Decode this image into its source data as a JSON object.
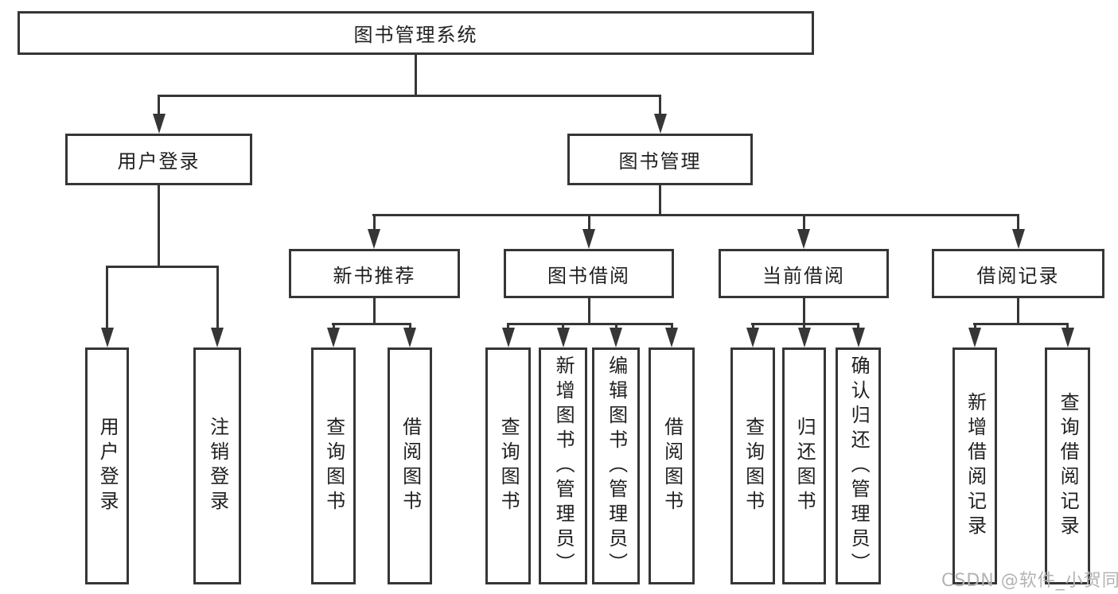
{
  "tree": {
    "root": {
      "label": "图书管理系统"
    },
    "branches": [
      {
        "label": "用户登录",
        "children": [
          {
            "label": "用户登录"
          },
          {
            "label": "注销登录"
          }
        ]
      },
      {
        "label": "图书管理",
        "children": [
          {
            "label": "新书推荐",
            "children": [
              {
                "label": "查询图书"
              },
              {
                "label": "借阅图书"
              }
            ]
          },
          {
            "label": "图书借阅",
            "children": [
              {
                "label": "查询图书"
              },
              {
                "label": "新增图书（管理员）"
              },
              {
                "label": "编辑图书（管理员）"
              },
              {
                "label": "借阅图书"
              }
            ]
          },
          {
            "label": "当前借阅",
            "children": [
              {
                "label": "查询图书"
              },
              {
                "label": "归还图书"
              },
              {
                "label": "确认归还（管理员）"
              }
            ]
          },
          {
            "label": "借阅记录",
            "children": [
              {
                "label": "新增借阅记录"
              },
              {
                "label": "查询借阅记录"
              }
            ]
          }
        ]
      }
    ]
  },
  "watermark": {
    "text": "CSDN @软件_小贺同学"
  },
  "colors": {
    "line": "#363636",
    "text": "#1f1f1f",
    "watermark": "#b3b3b3",
    "background": "#ffffff"
  }
}
